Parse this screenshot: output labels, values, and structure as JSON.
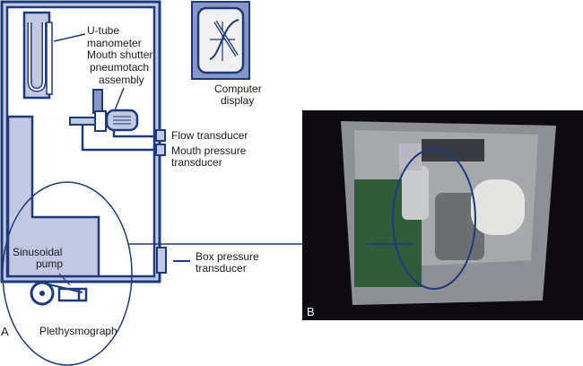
{
  "diagram": {
    "panel_a_letter": "A",
    "panel_b_letter": "B",
    "labels": {
      "manometer": [
        "U-tube",
        "manometer"
      ],
      "shutter": [
        "Mouth shutter",
        "pneumotach",
        "assembly"
      ],
      "computer": [
        "Computer",
        "display"
      ],
      "flow": [
        "Flow transducer"
      ],
      "mouth_pressure": [
        "Mouth pressure",
        "transducer"
      ],
      "box_pressure": [
        "Box pressure",
        "transducer"
      ],
      "pump": [
        "Sinusoidal",
        "pump"
      ],
      "plethysmograph": [
        "Plethysmograph"
      ]
    },
    "colors": {
      "navy": "#1f3a7a",
      "fill_light": "#c3c8e2",
      "fill_mid": "#8a96c8",
      "photo_bg": "#0e0a14"
    }
  }
}
